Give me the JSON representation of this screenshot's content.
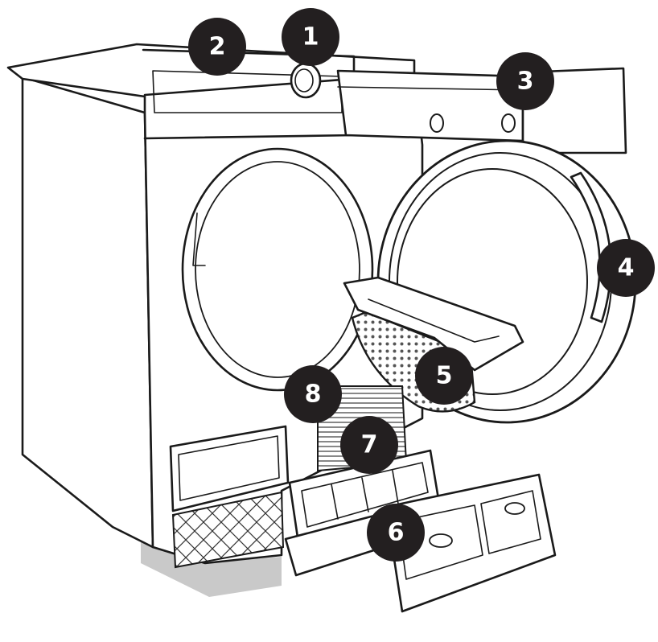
{
  "diagram": {
    "subject": "tumble-dryer",
    "colors": {
      "line": "#1a1a1a",
      "marker_fill": "#231f20",
      "marker_text": "#ffffff",
      "feet_shadow": "#c9c9c9"
    },
    "markers": [
      {
        "id": "m1",
        "label": "1"
      },
      {
        "id": "m2",
        "label": "2"
      },
      {
        "id": "m3",
        "label": "3"
      },
      {
        "id": "m4",
        "label": "4"
      },
      {
        "id": "m5",
        "label": "5"
      },
      {
        "id": "m6",
        "label": "6"
      },
      {
        "id": "m7",
        "label": "7"
      },
      {
        "id": "m8",
        "label": "8"
      }
    ]
  }
}
